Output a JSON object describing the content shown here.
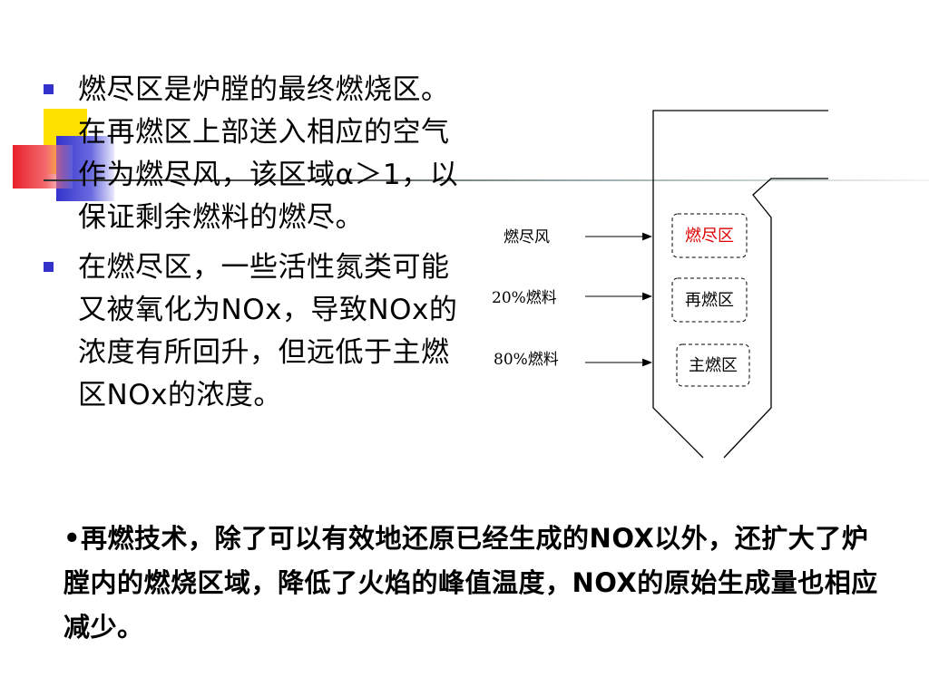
{
  "bullets": [
    {
      "text": "燃尽区是炉膛的最终燃烧区。在再燃区上部送入相应的空气作为燃尽风，该区域α＞1，以保证剩余燃料的燃尽。"
    },
    {
      "text": "在燃尽区，一些活性氮类可能又被氧化为NOx，导致NOx的浓度有所回升，但远低于主燃区NOx的浓度。"
    }
  ],
  "diagram": {
    "inputs": {
      "overfire_air": "燃尽风",
      "fuel_20": "20%燃料",
      "fuel_80": "80%燃料"
    },
    "zones": {
      "burnout": "燃尽区",
      "reburn": "再燃区",
      "primary": "主燃区"
    },
    "colors": {
      "burnout_text": "#e00000",
      "default_text": "#000000"
    }
  },
  "summary": {
    "bullet": "•",
    "text": "再燃技术，除了可以有效地还原已经生成的NOX以外，还扩大了炉膛内的燃烧区域，降低了火焰的峰值温度，NOX的原始生成量也相应减少。"
  }
}
